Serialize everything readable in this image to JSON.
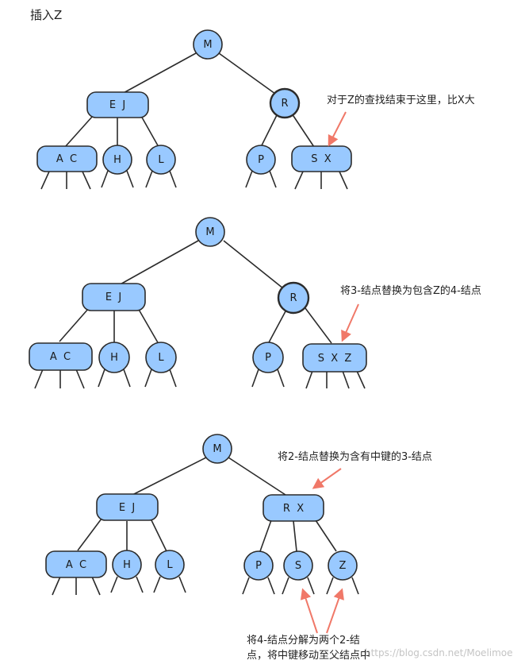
{
  "title": "插入Z",
  "colors": {
    "node_fill": "#99c9ff",
    "node_stroke": "#2b2b2b",
    "arrow": "#f07868"
  },
  "panels": [
    {
      "note": "对于Z的查找结束于这里，比X大",
      "nodes": {
        "M": "M",
        "EJ": "E  J",
        "R": "R",
        "AC": "A  C",
        "H": "H",
        "L": "L",
        "P": "P",
        "SX": "S  X"
      }
    },
    {
      "note": "将3-结点替换为包含Z的4-结点",
      "nodes": {
        "M": "M",
        "EJ": "E  J",
        "R": "R",
        "AC": "A  C",
        "H": "H",
        "L": "L",
        "P": "P",
        "SXZ": "S  X  Z"
      }
    },
    {
      "note": "将2-结点替换为含有中键的3-结点",
      "note2_line1": "将4-结点分解为两个2-结",
      "note2_line2": "点，将中键移动至父结点中",
      "nodes": {
        "M": "M",
        "EJ": "E  J",
        "RX": "R  X",
        "AC": "A  C",
        "H": "H",
        "L": "L",
        "P": "P",
        "S": "S",
        "Z": "Z"
      }
    }
  ],
  "watermark": "https://blog.csdn.net/Moelimoe"
}
